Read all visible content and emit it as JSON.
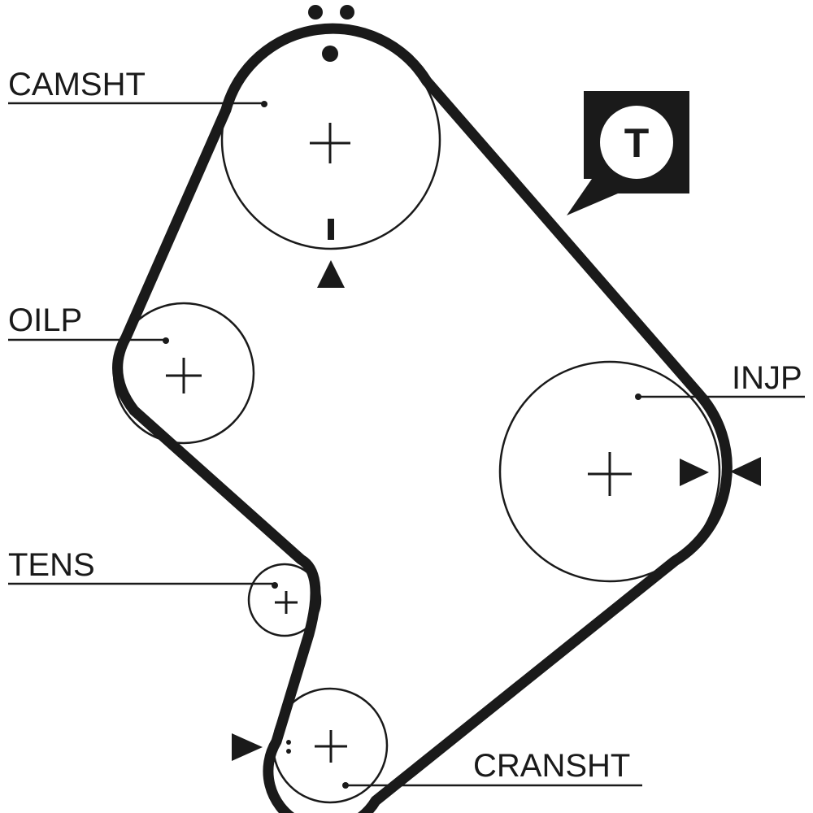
{
  "title": "Timing belt routing diagram",
  "colors": {
    "ink": "#1a1a1a",
    "background": "#ffffff"
  },
  "labels": {
    "camshaft": "CAMSHT",
    "oil_pump": "OILP",
    "tensioner": "TENS",
    "injection_pump": "INJP",
    "crankshaft": "CRANSHT"
  },
  "tensioner_badge": {
    "letter": "T",
    "icon": "tensioner-badge-icon"
  }
}
